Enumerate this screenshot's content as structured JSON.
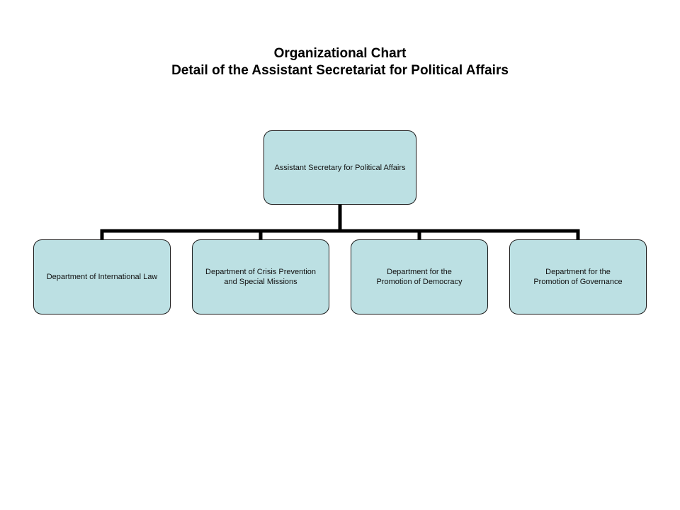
{
  "title": {
    "line1": "Organizational Chart",
    "line2": "Detail of the Assistant Secretariat for Political Affairs"
  },
  "root": {
    "label": "Assistant Secretary for Political Affairs"
  },
  "departments": [
    {
      "label": "Department of International Law"
    },
    {
      "label": "Department of Crisis Prevention\nand Special Missions"
    },
    {
      "label": "Department for the\nPromotion of Democracy"
    },
    {
      "label": "Department for the\nPromotion of Governance"
    }
  ],
  "colors": {
    "node_fill": "#bce0e3",
    "connector": "#000000"
  }
}
